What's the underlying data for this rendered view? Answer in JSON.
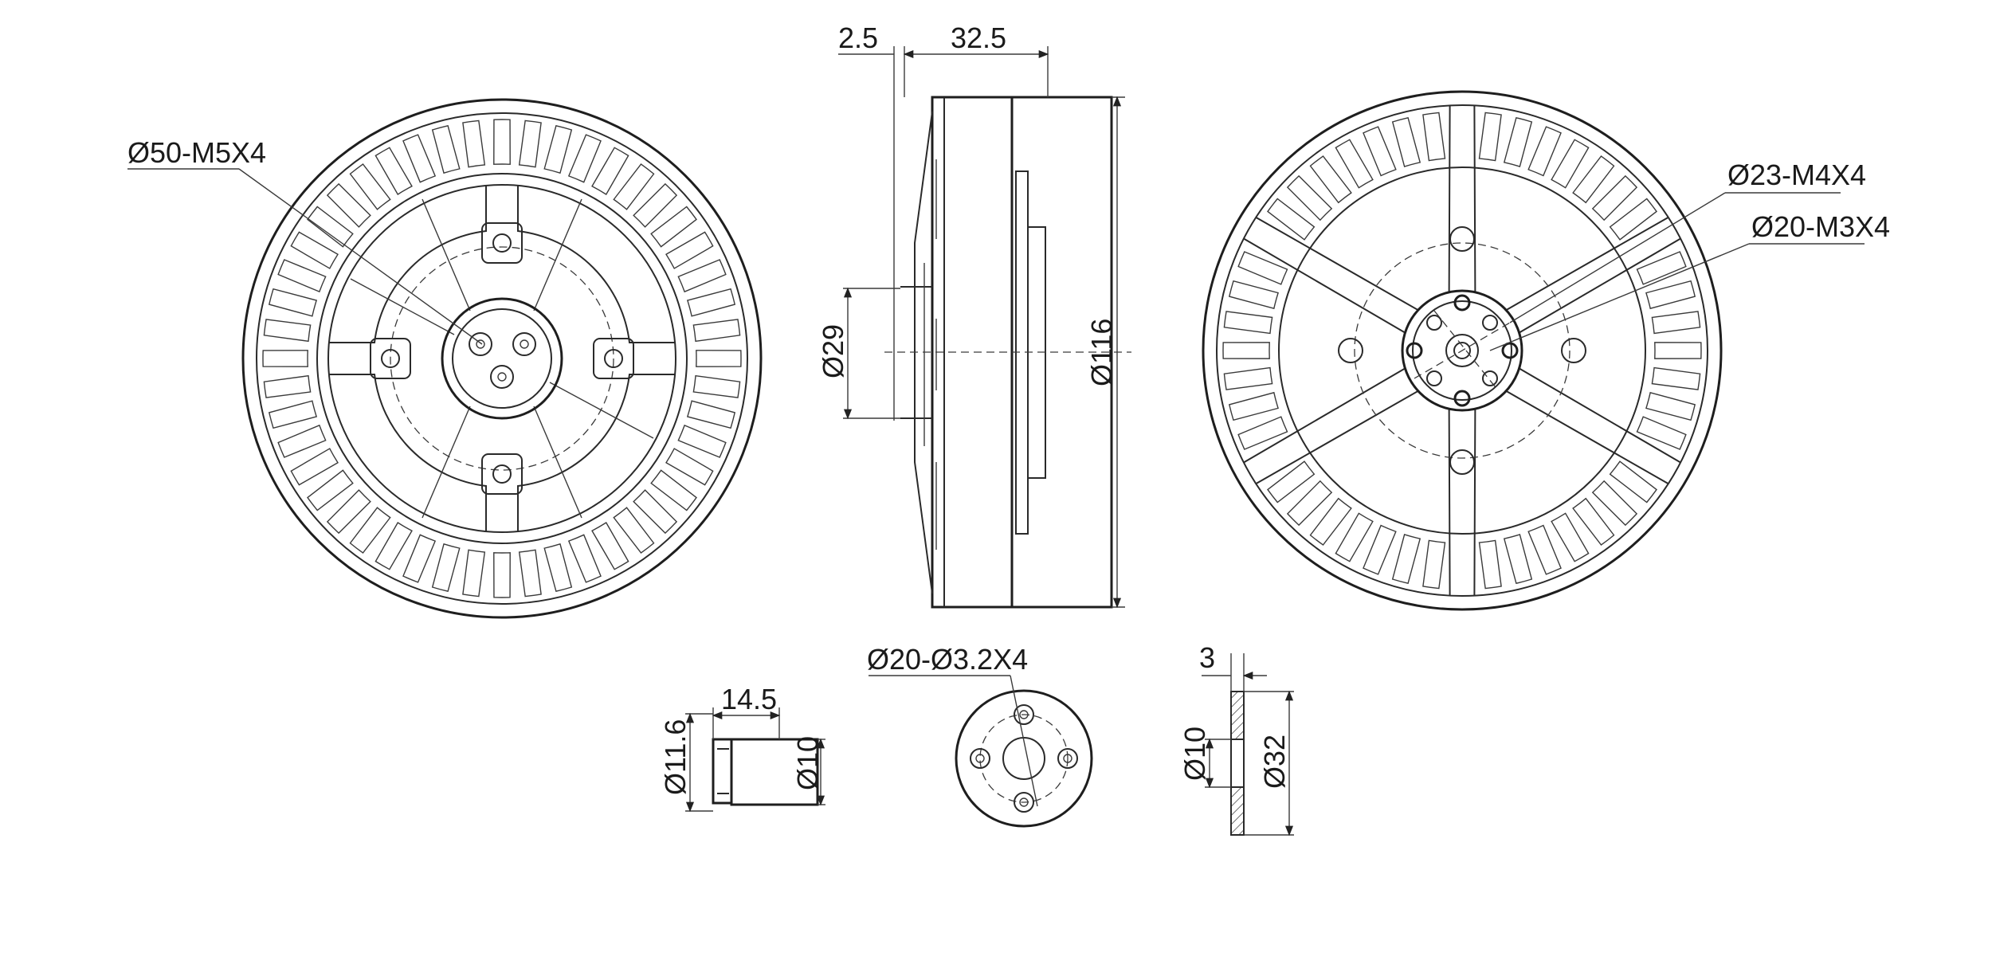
{
  "dimensions": {
    "front_bolt_circle": "Ø50-M5X4",
    "side_flange": "2.5",
    "side_length": "32.5",
    "side_shaft": "Ø29",
    "side_diameter": "Ø116",
    "back_large_circle": "Ø23-M4X4",
    "back_small_circle": "Ø20-M3X4",
    "adapter_holes": "Ø20-Ø3.2X4",
    "shaft_length": "14.5",
    "shaft_outer": "Ø11.6",
    "shaft_inner": "Ø10",
    "plate_thickness": "3",
    "plate_bore": "Ø10",
    "plate_outer": "Ø32"
  }
}
